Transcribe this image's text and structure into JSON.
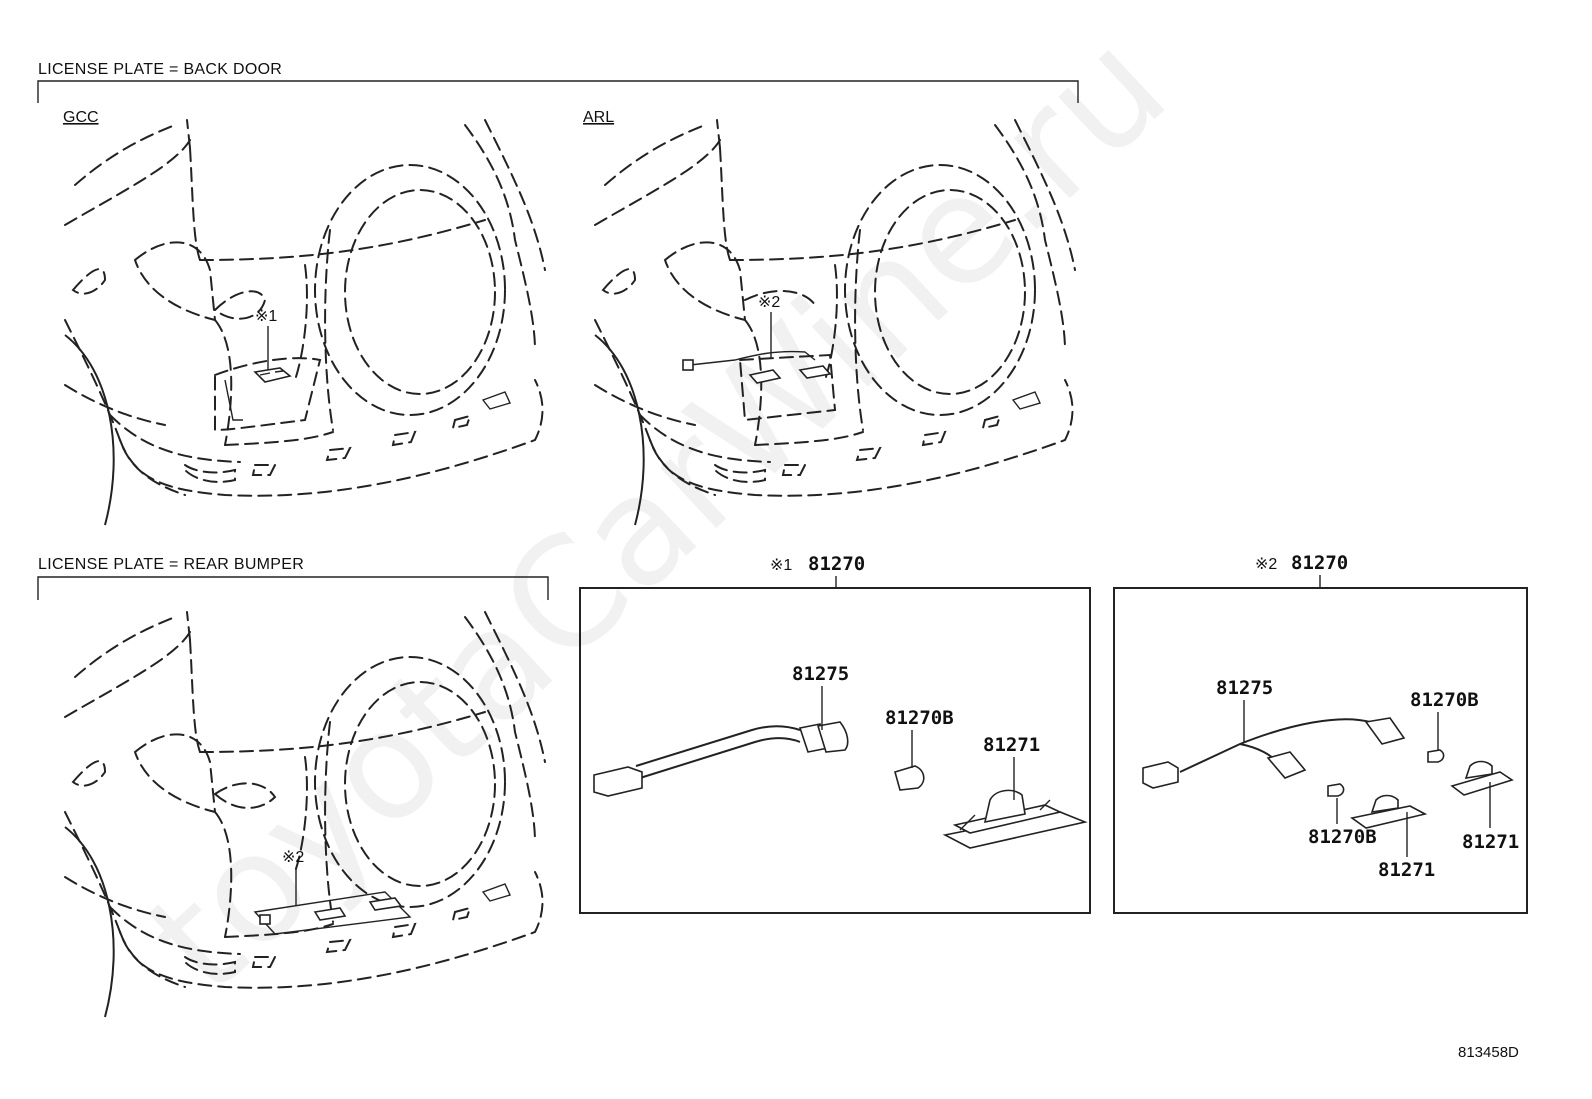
{
  "sections": {
    "back_door": {
      "title": "LICENSE PLATE = BACK DOOR"
    },
    "rear_bumper": {
      "title": "LICENSE PLATE = REAR BUMPER"
    }
  },
  "variants": {
    "gcc": "GCC",
    "arl": "ARL"
  },
  "callouts": {
    "gcc_lamp": "※1",
    "arl_lamp": "※2",
    "bumper_lamp": "※2"
  },
  "assemblies": {
    "type1": {
      "marker": "※1",
      "number": "81270",
      "parts": {
        "socket": "81275",
        "bulb": "81270B",
        "lens": "81271"
      }
    },
    "type2": {
      "marker": "※2",
      "number": "81270",
      "parts": {
        "socket": "81275",
        "bulb_right": "81270B",
        "bulb_left": "81270B",
        "lens_left": "81271",
        "lens_right": "81271"
      }
    }
  },
  "watermark": "toyotaCarWine.ru",
  "diagram_code": "813458D",
  "colors": {
    "line": "#222222",
    "watermark": "#000000"
  }
}
